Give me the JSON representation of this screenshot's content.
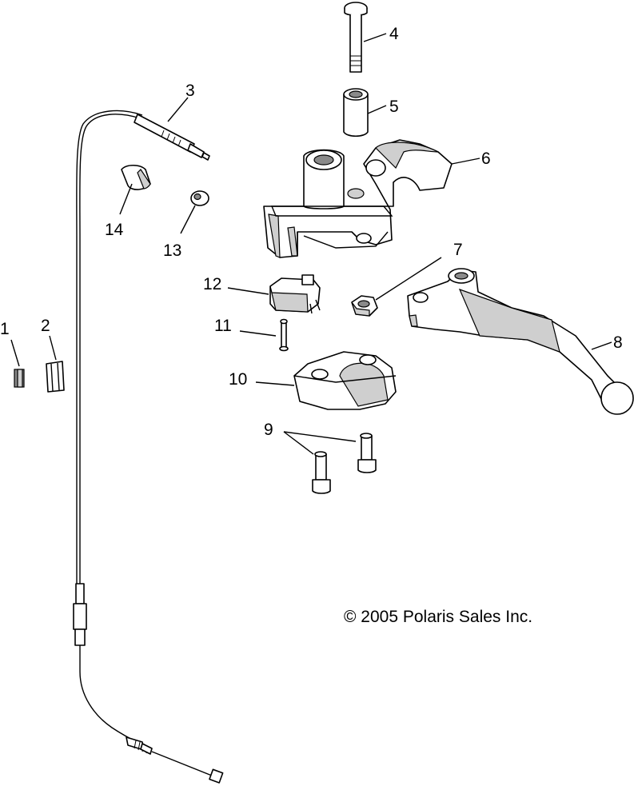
{
  "diagram": {
    "callouts": [
      "1",
      "2",
      "3",
      "4",
      "5",
      "6",
      "7",
      "8",
      "9",
      "10",
      "11",
      "12",
      "13",
      "14"
    ],
    "copyright": "© 2005 Polaris Sales Inc."
  }
}
